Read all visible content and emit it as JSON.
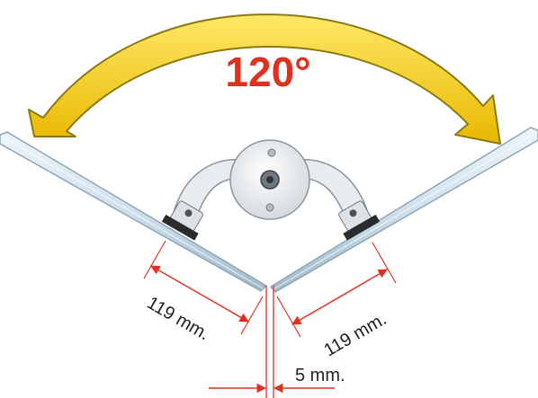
{
  "diagram": {
    "angle_label": "120°",
    "left_dimension": "119 mm.",
    "right_dimension": "119 mm.",
    "gap_dimension": "5 mm."
  },
  "colors": {
    "arrow_fill": "#f7d21a",
    "arrow_stroke": "#8a7a12",
    "angle_text": "#e0301e",
    "dimension_line": "#e0301e",
    "panel_fill": "#cfe0ec",
    "panel_edge": "#8fa7b8",
    "bracket_fill": "#e9ecef",
    "bracket_stroke": "#8c969e",
    "clamp_fill": "#2b2b2b"
  }
}
